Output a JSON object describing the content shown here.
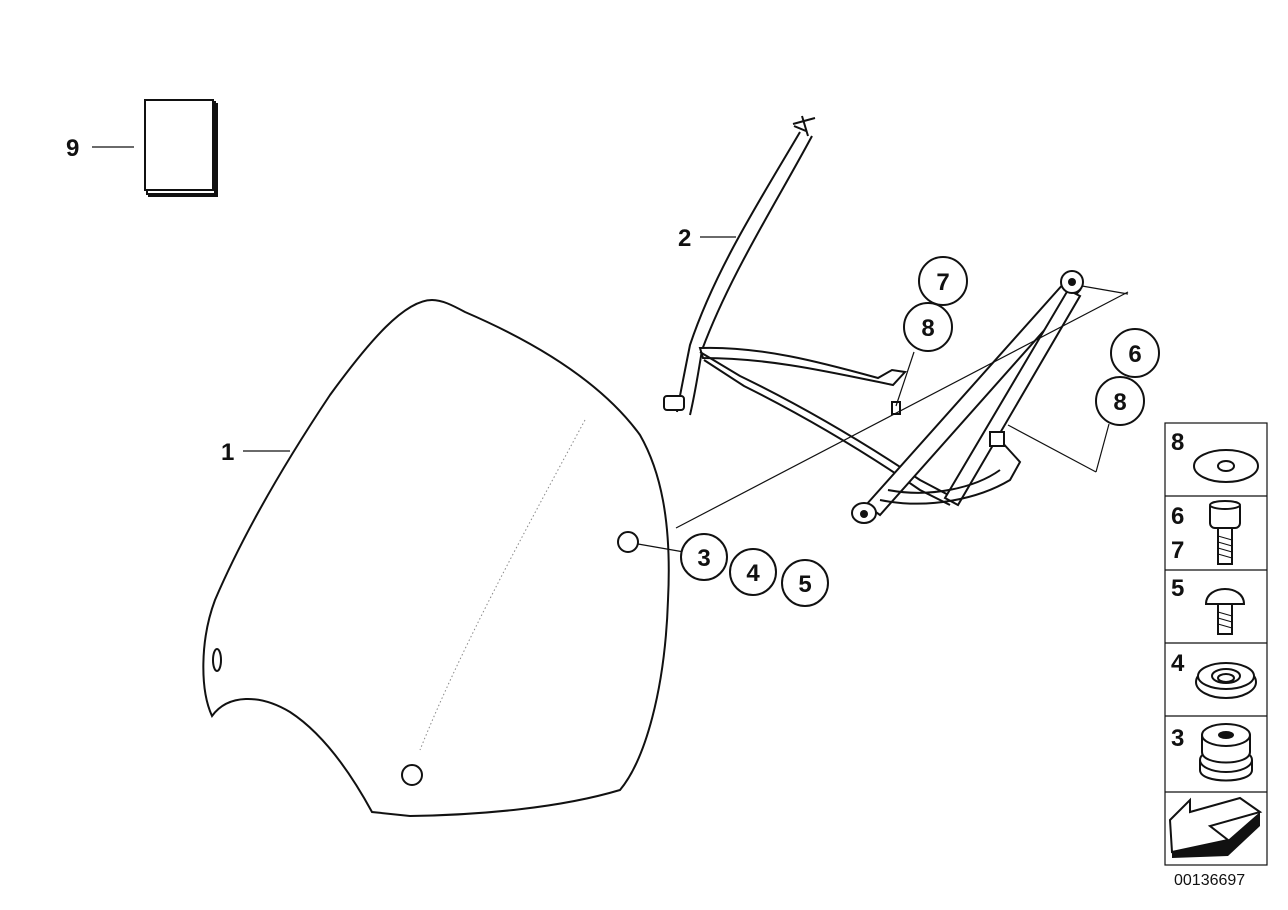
{
  "diagram": {
    "reference_number": "00136697",
    "part_labels": {
      "p1": "1",
      "p2": "2",
      "p9": "9"
    },
    "circled_labels": {
      "c3": "3",
      "c4": "4",
      "c5": "5",
      "c6": "6",
      "c7": "7",
      "c8a": "8",
      "c8b": "8"
    },
    "side_panel": {
      "row_8": "8",
      "row_6": "6",
      "row_7": "7",
      "row_5": "5",
      "row_4": "4",
      "row_3": "3"
    }
  }
}
